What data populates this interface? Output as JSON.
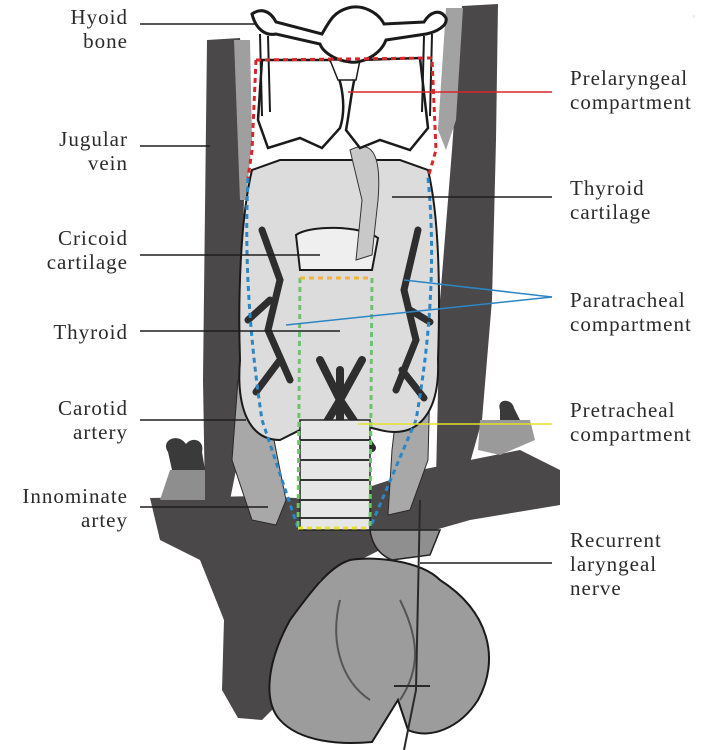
{
  "figure": {
    "title": "Neck compartments anatomical diagram",
    "watermark": "ᵃ"
  },
  "labels_left": [
    {
      "id": "hyoid-bone",
      "text": "Hyoid\nbone"
    },
    {
      "id": "jugular-vein",
      "text": "Jugular\nvein"
    },
    {
      "id": "cricoid-cartilage",
      "text": "Cricoid\ncartilage"
    },
    {
      "id": "thyroid",
      "text": "Thyroid"
    },
    {
      "id": "carotid-artery",
      "text": "Carotid\nartery"
    },
    {
      "id": "innominate-artery",
      "text": "Innominate\nartey"
    }
  ],
  "labels_right": [
    {
      "id": "prelaryngeal-compartment",
      "text": "Prelaryngeal\ncompartment"
    },
    {
      "id": "thyroid-cartilage",
      "text": "Thyroid\ncartilage"
    },
    {
      "id": "paratracheal-compartment",
      "text": "Paratracheal\ncompartment"
    },
    {
      "id": "pretracheal-compartment",
      "text": "Pretracheal\ncompartment"
    },
    {
      "id": "recurrent-laryngeal-nerve",
      "text": "Recurrent\nlaryngeal\nnerve"
    }
  ],
  "compartments": [
    {
      "name": "Prelaryngeal compartment",
      "outline_color": "#d8262b",
      "leader_color": "#d8262b"
    },
    {
      "name": "Paratracheal compartment",
      "outline_color": "#2b86c5",
      "leader_color": "#2b86c5"
    },
    {
      "name": "Pretracheal compartment",
      "outline_color": "#e8e02a",
      "leader_color": "#e8e02a"
    },
    {
      "name": "Central (tracheal) outline",
      "outline_color": "#6fc36a"
    },
    {
      "name": "Cricoid level",
      "outline_color": "#f0b43c"
    }
  ],
  "colors": {
    "leader_default": "#1e1e1e",
    "vessel_dark": "#4a4849",
    "vessel_light": "#a9a9a9",
    "tissue": "#d9d9d9",
    "heart": "#9c9c9c",
    "outline": "#1a1a1a"
  }
}
